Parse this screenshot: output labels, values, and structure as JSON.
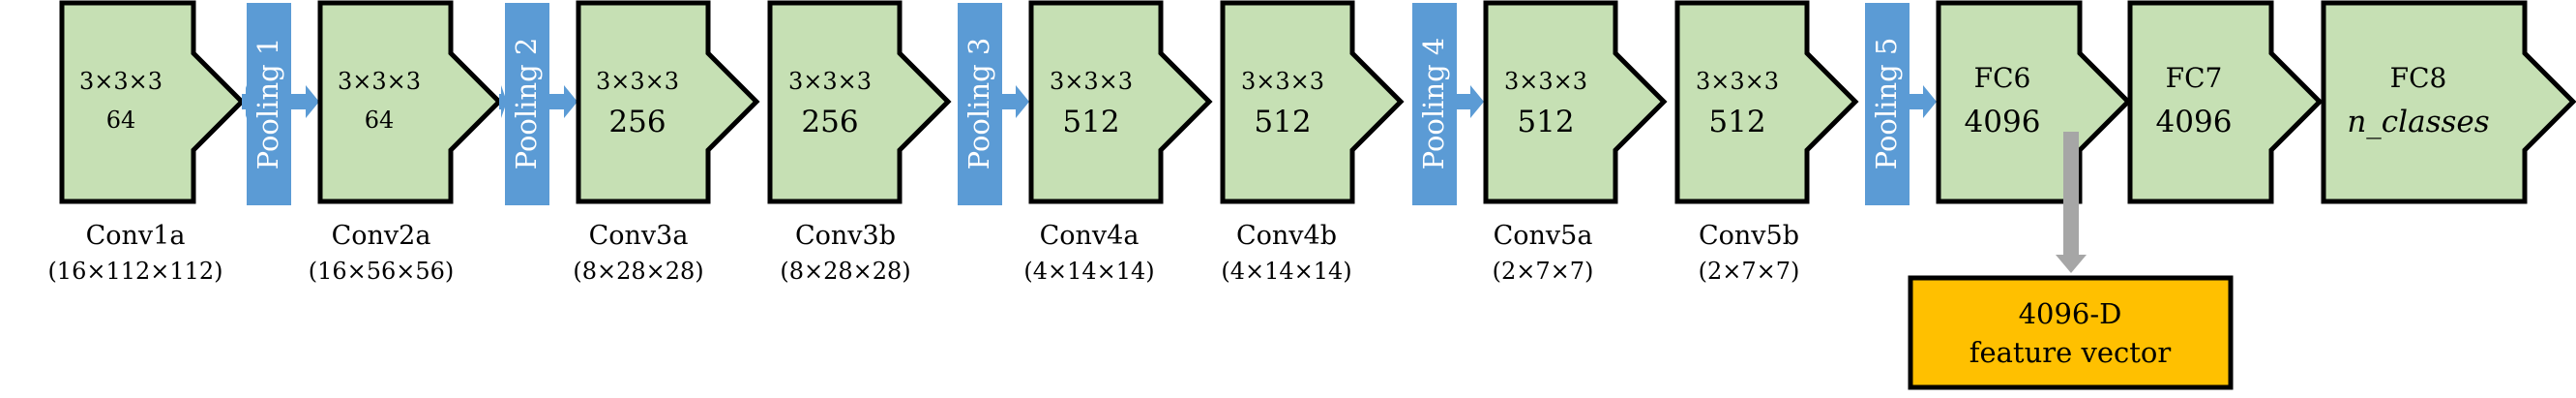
{
  "colors": {
    "block_fill": "#c6e0b4",
    "block_stroke": "#000000",
    "pool_fill": "#5b9bd5",
    "pool_text": "#ffffff",
    "arrow_fill": "#5b9bd5",
    "feature_fill": "#ffc000",
    "tap_arrow": "#a6a6a6"
  },
  "blocks": [
    {
      "id": "conv1a",
      "line1": "3×3×3",
      "line2": "64",
      "name": "Conv1a",
      "dims": "(16×112×112)"
    },
    {
      "id": "conv2a",
      "line1": "3×3×3",
      "line2": "64",
      "name": "Conv2a",
      "dims": "(16×56×56)"
    },
    {
      "id": "conv3a",
      "line1": "3×3×3",
      "line2": "256",
      "name": "Conv3a",
      "dims": "(8×28×28)"
    },
    {
      "id": "conv3b",
      "line1": "3×3×3",
      "line2": "256",
      "name": "Conv3b",
      "dims": "(8×28×28)"
    },
    {
      "id": "conv4a",
      "line1": "3×3×3",
      "line2": "512",
      "name": "Conv4a",
      "dims": "(4×14×14)"
    },
    {
      "id": "conv4b",
      "line1": "3×3×3",
      "line2": "512",
      "name": "Conv4b",
      "dims": "(4×14×14)"
    },
    {
      "id": "conv5a",
      "line1": "3×3×3",
      "line2": "512",
      "name": "Conv5a",
      "dims": "(2×7×7)"
    },
    {
      "id": "conv5b",
      "line1": "3×3×3",
      "line2": "512",
      "name": "Conv5b",
      "dims": "(2×7×7)"
    },
    {
      "id": "fc6",
      "line1": "FC6",
      "line2": "4096",
      "name": "",
      "dims": ""
    },
    {
      "id": "fc7",
      "line1": "FC7",
      "line2": "4096",
      "name": "",
      "dims": ""
    },
    {
      "id": "fc8",
      "line1": "FC8",
      "line2": "n_classes",
      "name": "",
      "dims": ""
    }
  ],
  "pools": [
    "Pooling 1",
    "Pooling 2",
    "Pooling 3",
    "Pooling 4",
    "Pooling 5"
  ],
  "feature": {
    "line1": "4096-D",
    "line2": "feature vector"
  }
}
